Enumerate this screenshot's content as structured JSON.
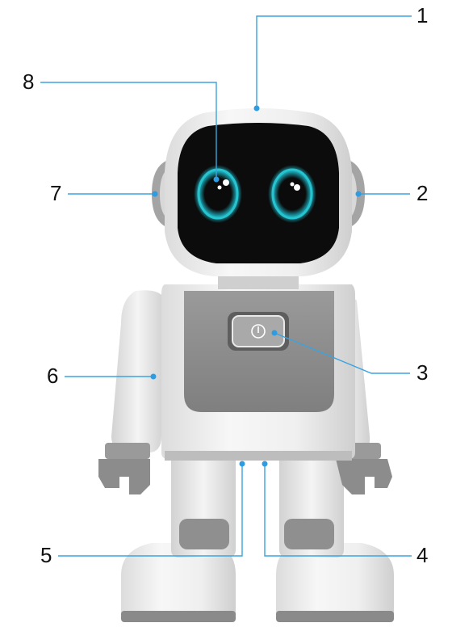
{
  "figure": {
    "subject": "robot",
    "callouts": [
      {
        "label": "1",
        "part": "top-of-head"
      },
      {
        "label": "2",
        "part": "right-ear"
      },
      {
        "label": "3",
        "part": "power-button"
      },
      {
        "label": "4",
        "part": "bottom-right-port"
      },
      {
        "label": "5",
        "part": "bottom-left-port"
      },
      {
        "label": "6",
        "part": "left-arm"
      },
      {
        "label": "7",
        "part": "left-ear"
      },
      {
        "label": "8",
        "part": "eye"
      }
    ]
  },
  "colors": {
    "leader_line": "#3aa3e0",
    "leader_dot": "#2f9be0",
    "shell_white": "#f1f1f1",
    "shell_shadow": "#d6d6d6",
    "panel_gray": "#8e8e8e",
    "face_black": "#0c0c0c",
    "eye_glow": "#1fb7c6",
    "ear_gray": "#9a9a9a"
  }
}
